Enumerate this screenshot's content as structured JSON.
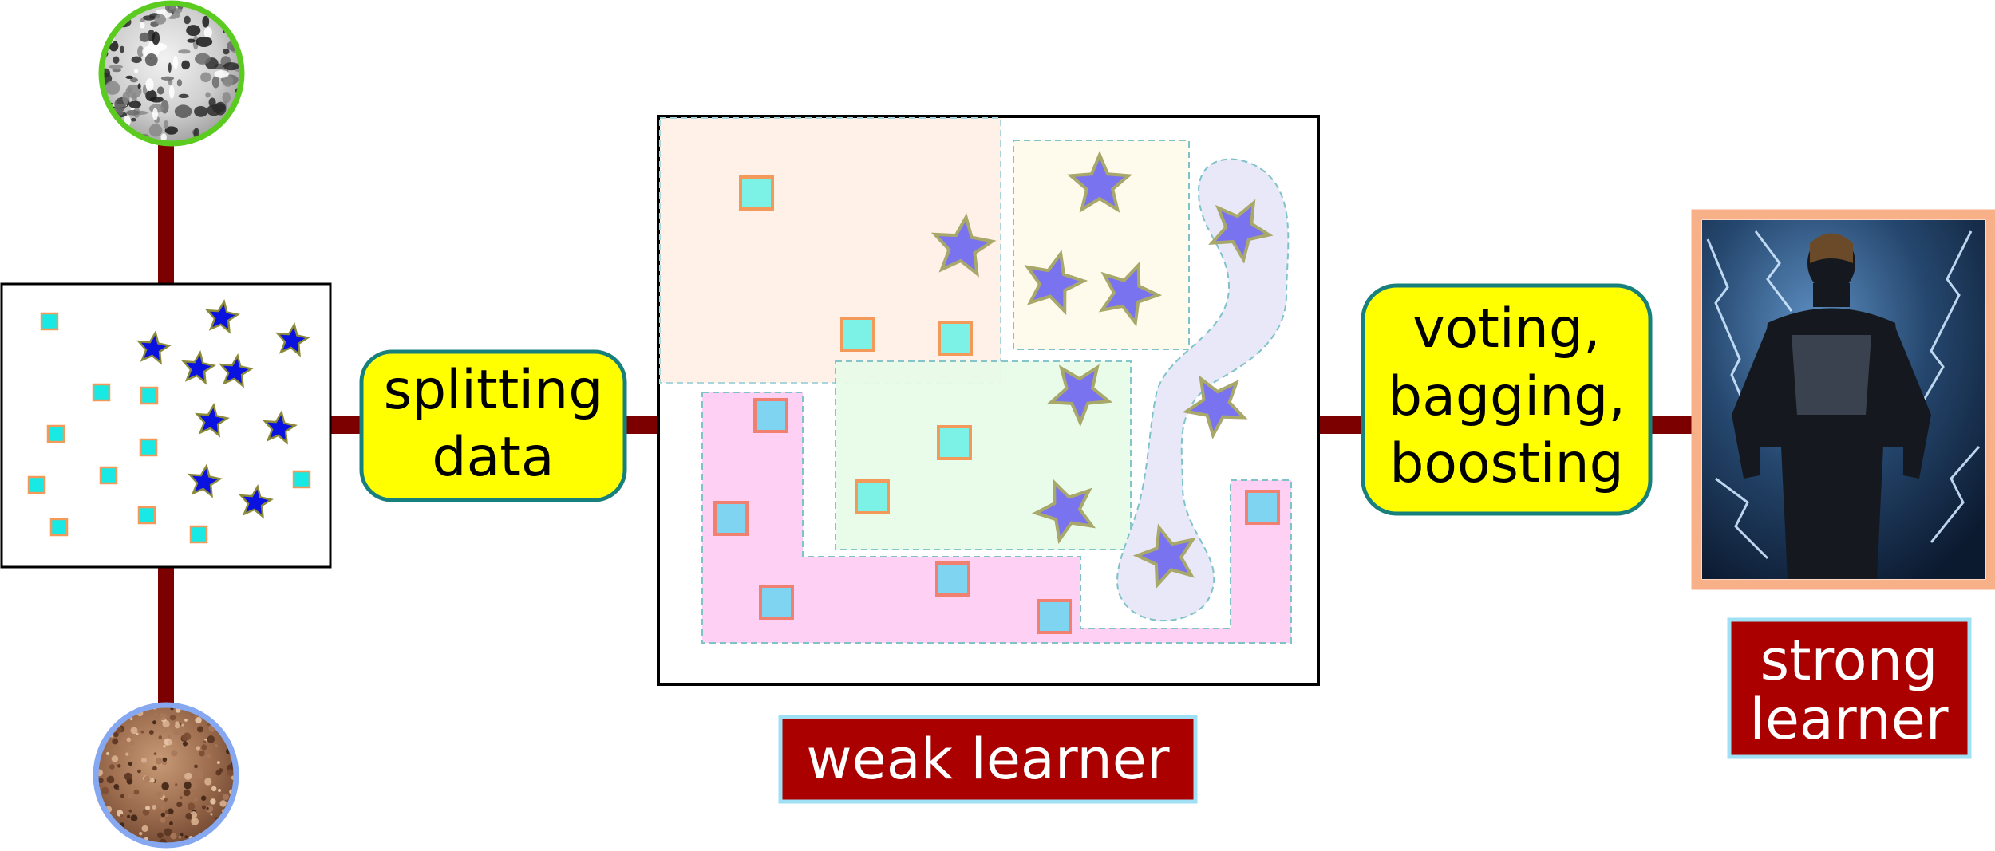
{
  "labels": {
    "splitting": [
      "splitting",
      "data"
    ],
    "combining": [
      "voting,",
      "bagging,",
      "boosting"
    ],
    "weak": "weak learner",
    "strong": [
      "strong",
      "learner"
    ]
  },
  "colors": {
    "connector": "#7d0000",
    "pill_fill": "#ffff00",
    "pill_stroke": "#17807c",
    "label_fill": "#aa0000",
    "label_stroke": "#9fe0f5",
    "granite_ring": "#5ccb1f",
    "sandstone_ring": "#86a8f0",
    "hero_frame": "#f7b088",
    "star_dark": "#0a12e0",
    "star_light": "#7a73f0",
    "square_cyan": "#19e9e4",
    "square_border": "#f39a5a",
    "region_peach": "#fff0e8",
    "region_yellow": "#fffbec",
    "region_green": "#e8fce8",
    "region_pink": "#fdd0f4",
    "region_lavender": "#e8e8f8"
  },
  "icons": {
    "top_sample": "granite-texture-icon",
    "bottom_sample": "sandstone-texture-icon",
    "hero": "thunder-hero-image"
  }
}
